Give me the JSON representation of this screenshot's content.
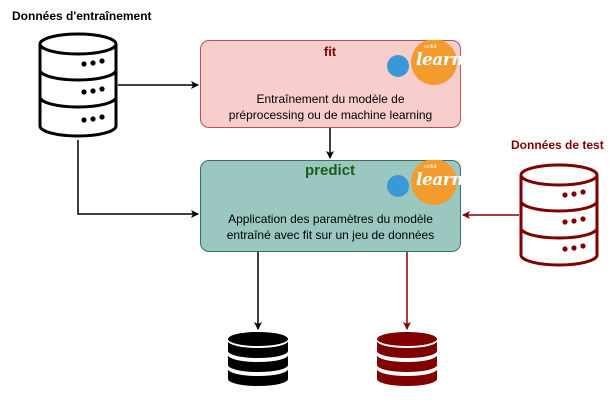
{
  "labels": {
    "training_data": "Données d'entraînement",
    "test_data": "Données de test"
  },
  "fit_box": {
    "title": "fit",
    "line1": "Entraînement du modèle de",
    "line2": "préprocessing ou de machine learning"
  },
  "predict_box": {
    "title": "predict",
    "line1": "Application des paramètres du modèle",
    "line2": "entraîné avec fit sur un jeu de données"
  },
  "logo": {
    "name": "scikit-learn-logo",
    "wordmark": "learn",
    "small_text": "scikit"
  },
  "colors": {
    "training_db": "#000000",
    "test_db": "#800000",
    "fit_fill": "#f8cecc",
    "predict_fill": "#9ac7bf",
    "logo_orange": "#f39c2d",
    "logo_blue": "#3a98d6"
  }
}
